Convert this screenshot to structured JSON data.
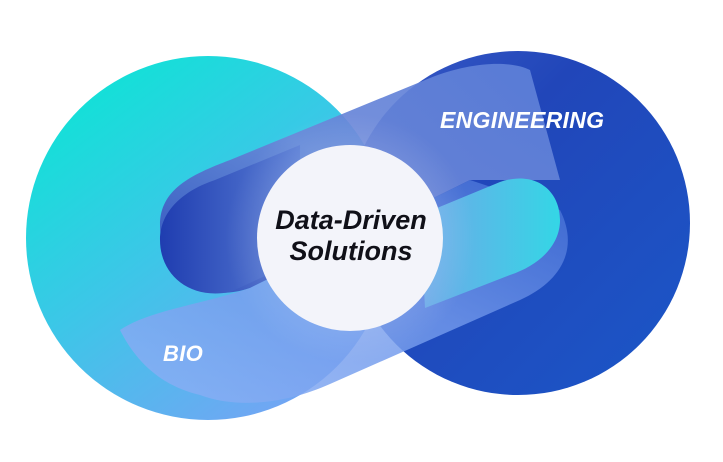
{
  "labels": {
    "engineering": "ENGINEERING",
    "bio": "BIO",
    "center_line1": "Data-Driven",
    "center_line2": "Solutions"
  },
  "colors": {
    "bio_teal": "#0fe3d6",
    "bio_periwinkle": "#7aa6f4",
    "engineering_blue": "#1f4fc4",
    "engineering_deep": "#1a3aa8",
    "center_circle": "#f3f4fa",
    "center_text": "#101018"
  }
}
